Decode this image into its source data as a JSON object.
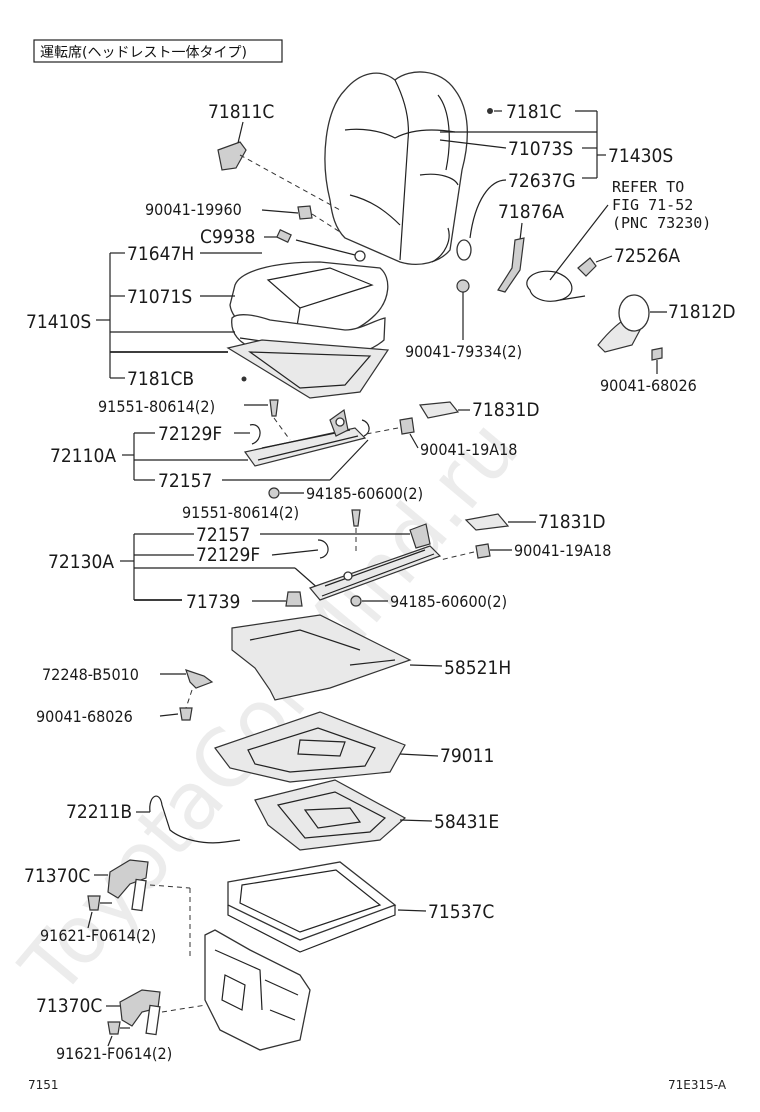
{
  "caption": "運転席(ヘッドレスト一体タイプ)",
  "watermark": "ToyotaConMind.ru",
  "footer": {
    "left": "7151",
    "right": "71E315-A"
  },
  "labels": {
    "p71811C": "71811C",
    "p7181C": "7181C",
    "p71073S": "71073S",
    "p71430S": "71430S",
    "p72637G": "72637G",
    "refer": [
      "REFER TO",
      "FIG 71-52",
      "(PNC 73230)"
    ],
    "p71876A": "71876A",
    "p90041_19960": "90041-19960",
    "pC9938": "C9938",
    "p71647H": "71647H",
    "p72526A": "72526A",
    "p71410S": "71410S",
    "p71071S": "71071S",
    "p71812D": "71812D",
    "p90041_79334": "90041-79334(2)",
    "p7181CB": "7181CB",
    "p90041_68026_top": "90041-68026",
    "p91551_a": "91551-80614(2)",
    "p71831D_a": "71831D",
    "p72129F_a": "72129F",
    "p72110A": "72110A",
    "p90041_19A18_a": "90041-19A18",
    "p72157_a": "72157",
    "p94185_a": "94185-60600(2)",
    "p91551_b": "91551-80614(2)",
    "p71831D_b": "71831D",
    "p72157_b": "72157",
    "p90041_19A18_b": "90041-19A18",
    "p72130A": "72130A",
    "p72129F_b": "72129F",
    "p71739": "71739",
    "p94185_b": "94185-60600(2)",
    "p58521H": "58521H",
    "p72248": "72248-B5010",
    "p90041_68026_mid": "90041-68026",
    "p79011": "79011",
    "p72211B": "72211B",
    "p58431E": "58431E",
    "p71370C_a": "71370C",
    "p71537C": "71537C",
    "p91621_a": "91621-F0614(2)",
    "p71370C_b": "71370C",
    "p91621_b": "91621-F0614(2)"
  }
}
